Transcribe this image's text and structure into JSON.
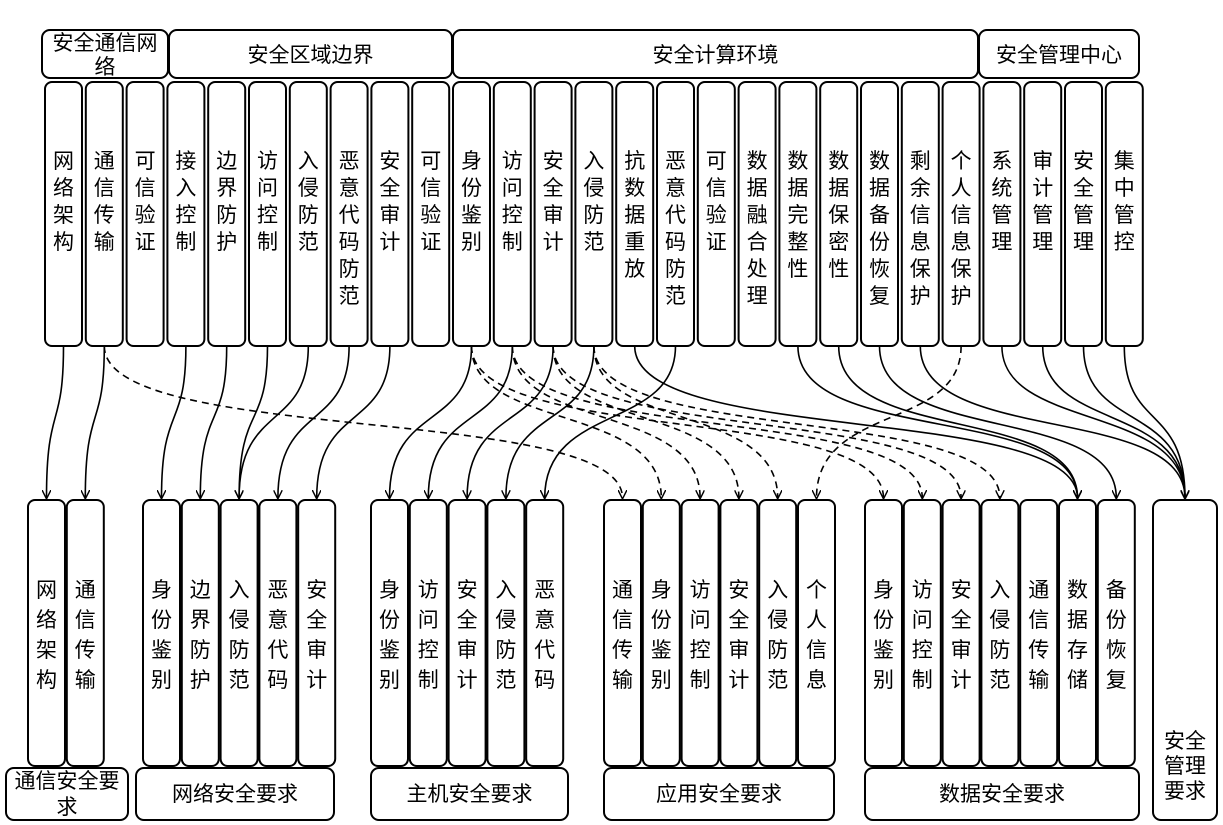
{
  "top": {
    "headers": [
      {
        "id": "h0",
        "label": "安全通信网络",
        "lines": [
          "安全通信网",
          "络"
        ]
      },
      {
        "id": "h1",
        "label": "安全区域边界"
      },
      {
        "id": "h2",
        "label": "安全计算环境"
      },
      {
        "id": "h3",
        "label": "安全管理中心"
      }
    ],
    "items": [
      "网络架构",
      "通信传输",
      "可信验证",
      "接入控制",
      "边界防护",
      "访问控制",
      "入侵防范",
      "恶意代码防范",
      "安全审计",
      "可信验证",
      "身份鉴别",
      "访问控制",
      "安全审计",
      "入侵防范",
      "抗数据重放",
      "恶意代码防范",
      "可信验证",
      "数据融合处理",
      "数据完整性",
      "数据保密性",
      "数据备份恢复",
      "剩余信息保护",
      "个人信息保护",
      "系统管理",
      "审计管理",
      "安全管理",
      "集中管控"
    ]
  },
  "bottom": {
    "groups": [
      {
        "id": "g0",
        "label": "通信安全要求",
        "lines": [
          "通信安全要",
          "求"
        ],
        "items": [
          "网络架构",
          "通信传输"
        ]
      },
      {
        "id": "g1",
        "label": "网络安全要求",
        "items": [
          "身份鉴别",
          "边界防护",
          "入侵防范",
          "恶意代码",
          "安全审计"
        ]
      },
      {
        "id": "g2",
        "label": "主机安全要求",
        "items": [
          "身份鉴别",
          "访问控制",
          "安全审计",
          "入侵防范",
          "恶意代码"
        ]
      },
      {
        "id": "g3",
        "label": "应用安全要求",
        "items": [
          "通信传输",
          "身份鉴别",
          "访问控制",
          "安全审计",
          "入侵防范",
          "个人信息"
        ]
      },
      {
        "id": "g4",
        "label": "数据安全要求",
        "items": [
          "身份鉴别",
          "访问控制",
          "安全审计",
          "入侵防范",
          "通信传输",
          "数据存储",
          "备份恢复"
        ]
      },
      {
        "id": "g5",
        "label": "安全管理要求",
        "lines": [
          "安全",
          "管理",
          "要求"
        ],
        "items": []
      }
    ]
  },
  "links": [
    {
      "from": 0,
      "to": "g0.0",
      "style": "solid"
    },
    {
      "from": 1,
      "to": "g0.1",
      "style": "solid"
    },
    {
      "from": 1,
      "to": "g3.0",
      "style": "dashed"
    },
    {
      "from": 3,
      "to": "g1.0",
      "style": "solid"
    },
    {
      "from": 4,
      "to": "g1.1",
      "style": "solid"
    },
    {
      "from": 5,
      "to": "g1.2",
      "style": "solid"
    },
    {
      "from": 6,
      "to": "g1.2",
      "style": "solid"
    },
    {
      "from": 7,
      "to": "g1.3",
      "style": "solid"
    },
    {
      "from": 8,
      "to": "g1.4",
      "style": "solid"
    },
    {
      "from": 10,
      "to": "g2.0",
      "style": "solid"
    },
    {
      "from": 11,
      "to": "g2.1",
      "style": "solid"
    },
    {
      "from": 12,
      "to": "g2.2",
      "style": "solid"
    },
    {
      "from": 13,
      "to": "g2.3",
      "style": "solid"
    },
    {
      "from": 15,
      "to": "g2.4",
      "style": "solid"
    },
    {
      "from": 10,
      "to": "g3.1",
      "style": "dashed"
    },
    {
      "from": 11,
      "to": "g3.2",
      "style": "dashed"
    },
    {
      "from": 12,
      "to": "g3.3",
      "style": "dashed"
    },
    {
      "from": 13,
      "to": "g3.4",
      "style": "dashed"
    },
    {
      "from": 22,
      "to": "g3.5",
      "style": "dashed"
    },
    {
      "from": 10,
      "to": "g4.0",
      "style": "dashed"
    },
    {
      "from": 11,
      "to": "g4.1",
      "style": "dashed"
    },
    {
      "from": 12,
      "to": "g4.2",
      "style": "dashed"
    },
    {
      "from": 13,
      "to": "g4.3",
      "style": "dashed"
    },
    {
      "from": 14,
      "to": "g4.5",
      "style": "solid"
    },
    {
      "from": 18,
      "to": "g4.5",
      "style": "solid"
    },
    {
      "from": 19,
      "to": "g4.5",
      "style": "solid"
    },
    {
      "from": 20,
      "to": "g4.6",
      "style": "solid"
    },
    {
      "from": 21,
      "to": "g5",
      "style": "solid"
    },
    {
      "from": 23,
      "to": "g5",
      "style": "solid"
    },
    {
      "from": 24,
      "to": "g5",
      "style": "solid"
    },
    {
      "from": 25,
      "to": "g5",
      "style": "solid"
    },
    {
      "from": 26,
      "to": "g5",
      "style": "solid"
    }
  ]
}
